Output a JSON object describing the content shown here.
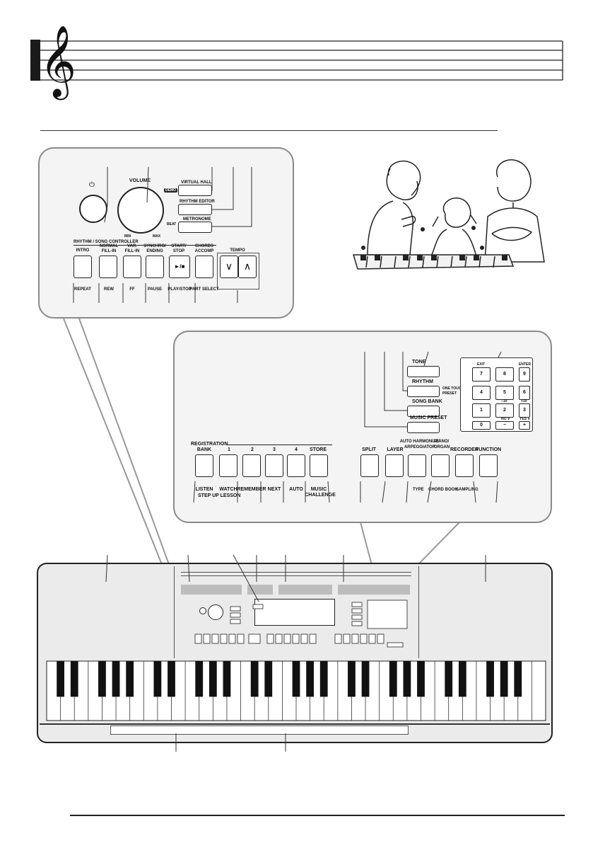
{
  "callout_a": {
    "power_symbol": "⏻",
    "volume": "VOLUME",
    "vol_min": "MIN",
    "vol_max": "MAX",
    "demo": "DEMO",
    "virtual_hall": "VIRTUAL HALL",
    "rhythm_editor": "RHYTHM EDITOR",
    "metronome": "METRONOME",
    "beat": "BEAT",
    "rhythm_song_controller": "RHYTHM / SONG CONTROLLER",
    "intro": "INTRO",
    "normal_fill_in_1": "NORMAL",
    "normal_fill_in_2": "FILL-IN",
    "var_fill_in_1": "VAR.",
    "var_fill_in_2": "FILL-IN",
    "synchro_1": "SYNCHRO/",
    "synchro_2": "ENDING",
    "start_1": "START/",
    "start_2": "STOP",
    "chords_1": "CHORDS",
    "chords_2": "ACCOMP",
    "tempo": "TEMPO",
    "play_symbol": "►/■",
    "tempo_down": "∨",
    "tempo_up": "∧",
    "repeat": "REPEAT",
    "rew": "REW",
    "ff": "FF",
    "pause": "PAUSE",
    "play_stop": "PLAY/STOP",
    "part_select": "PART SELECT"
  },
  "callout_b": {
    "tone": "TONE",
    "rhythm": "RHYTHM",
    "one_touch_1": "ONE TOUCH",
    "one_touch_2": "PRESET",
    "song_bank": "SONG BANK",
    "music_preset": "MUSIC PRESET",
    "keypad": {
      "exit": "EXIT",
      "enter": "ENTER",
      "k7": "7",
      "k8": "8",
      "k9": "9",
      "k4": "4",
      "k5": "5",
      "k6": "6",
      "k1": "1",
      "k2": "2",
      "k3": "3",
      "k0": "0",
      "minus": "−",
      "plus": "+",
      "m10": "−10",
      "p10": "+10",
      "no": "NO ∨",
      "yes": "YES ∧"
    },
    "registration": "REGISTRATION",
    "reg_labels": [
      "BANK",
      "1",
      "2",
      "3",
      "4",
      "STORE"
    ],
    "lesson_labels": [
      "LISTEN",
      "WATCH",
      "REMEMBER",
      "NEXT",
      "AUTO"
    ],
    "step_up_lesson": "STEP UP LESSON",
    "music_1": "MUSIC",
    "music_2": "CHALLENGE",
    "split": "SPLIT",
    "layer": "LAYER",
    "auto_harm_1": "AUTO HARMONIZE/",
    "auto_harm_2": "ARPEGGIATOR",
    "piano_1": "PIANO/",
    "piano_2": "ORGAN",
    "recorder": "RECORDER",
    "function": "FUNCTION",
    "type": "TYPE",
    "chord_book": "CHORD BOOK",
    "sampling": "SAMPLING"
  },
  "colors": {
    "ink": "#111111",
    "panel_border": "#8a8a8a",
    "panel_fill": "#f4f4f4",
    "keyboard_panel": "#ebebeb",
    "label_strip": "#bdbdbd"
  }
}
